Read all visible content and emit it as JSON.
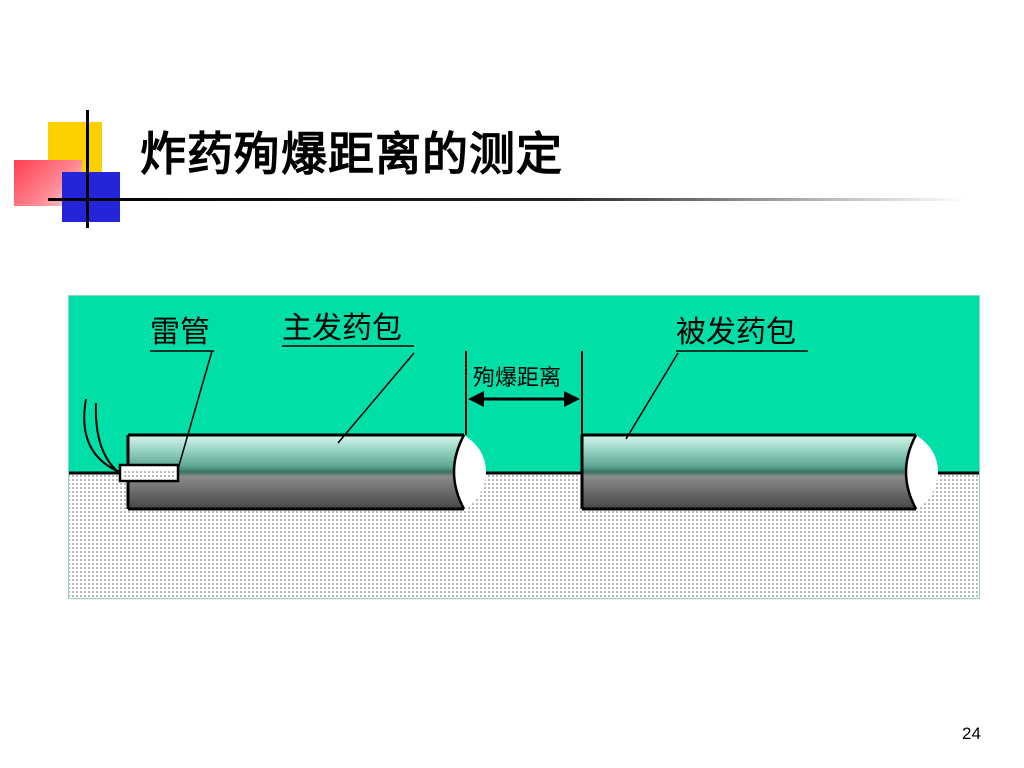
{
  "slide": {
    "title": "炸药殉爆距离的测定",
    "page_number": "24"
  },
  "diagram": {
    "labels": {
      "detonator": "雷管",
      "primary_charge": "主发药包",
      "gap": "殉爆距离",
      "secondary_charge": "被发药包"
    },
    "colors": {
      "air": "#00dfa8",
      "ground_dots": "#5a5a5a",
      "cartridge_top": "#d7f4ec",
      "cartridge_bottom": "#464646",
      "ornament_yellow": "#ffd000",
      "ornament_red": "#ff3d4f",
      "ornament_blue": "#2424d8"
    }
  }
}
